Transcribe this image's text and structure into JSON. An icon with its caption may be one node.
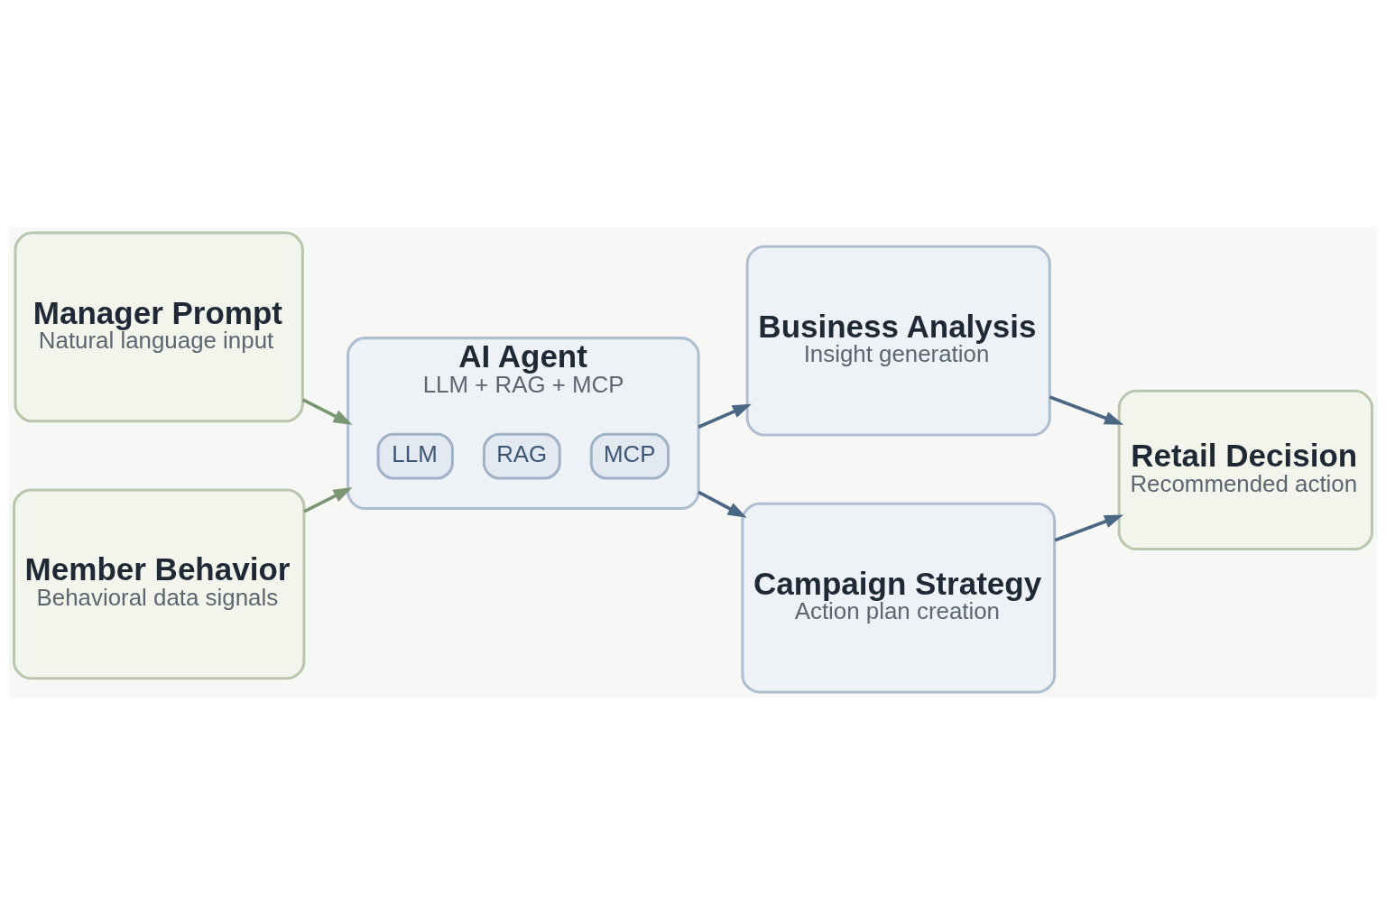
{
  "diagram": {
    "nodes": [
      {
        "text": [
          "Manager Prompt",
          "Natural language input"
        ]
      },
      {
        "text": [
          "Member Behavior",
          "Behavioral data signals"
        ]
      },
      {
        "text": [
          "AI Agent",
          "LLM + RAG + MCP"
        ]
      },
      {
        "text": [
          "LLM"
        ],
        "in": 2
      },
      {
        "text": [
          "RAG"
        ],
        "in": 2
      },
      {
        "text": [
          "MCP"
        ],
        "in": 2
      },
      {
        "text": [
          "Business Analysis",
          "Insight generation"
        ]
      },
      {
        "text": [
          "Campaign Strategy",
          "Action plan creation"
        ]
      },
      {
        "text": [
          "Retail Decision",
          "Recommended action"
        ]
      }
    ],
    "edges": [
      {
        "from": 0,
        "to": 2,
        "arrow": "to",
        "color": "#7b9673"
      },
      {
        "from": 1,
        "to": 2,
        "arrow": "to",
        "color": "#7b9673"
      },
      {
        "from": 2,
        "to": 6,
        "arrow": "to"
      },
      {
        "from": 2,
        "to": 7,
        "arrow": "to"
      },
      {
        "from": 6,
        "to": 8,
        "arrow": "to"
      },
      {
        "from": 7,
        "to": 8,
        "arrow": "to"
      }
    ]
  }
}
